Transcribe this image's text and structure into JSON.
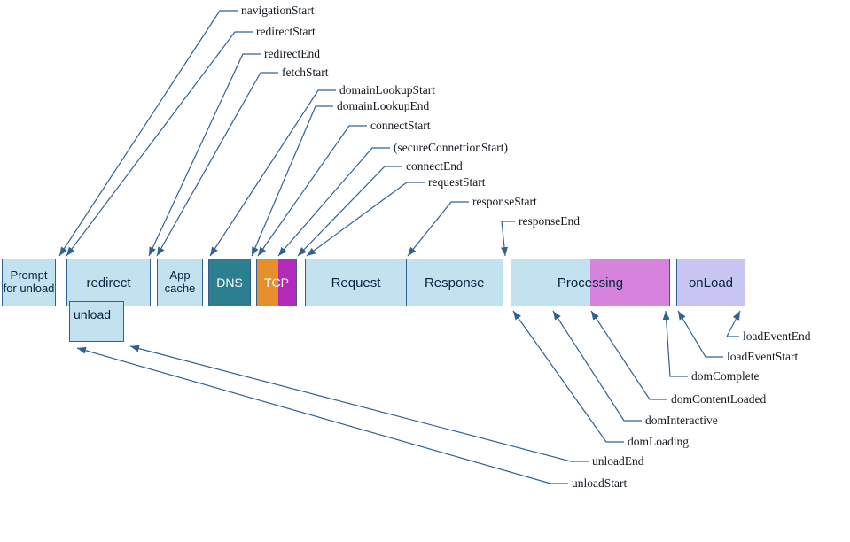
{
  "diagram": {
    "boxes": {
      "prompt_unload": "Prompt for unload",
      "redirect": "redirect",
      "unload": "unload",
      "app_cache": "App cache",
      "dns": "DNS",
      "tcp": "TCP",
      "request": "Request",
      "response": "Response",
      "processing": "Processing",
      "onload": "onLoad"
    },
    "top_labels": [
      "navigationStart",
      "redirectStart",
      "redirectEnd",
      "fetchStart",
      "domainLookupStart",
      "domainLookupEnd",
      "connectStart",
      "(secureConnettionStart)",
      "connectEnd",
      "requestStart",
      "responseStart",
      "responseEnd"
    ],
    "bottom_labels": [
      "loadEventEnd",
      "loadEventStart",
      "domComplete",
      "domContentLoaded",
      "domInteractive",
      "domLoading",
      "unloadEnd",
      "unloadStart"
    ],
    "colors": {
      "box_blue": "#c2e2ef",
      "box_teal": "#2c7f8e",
      "box_orange": "#e78f2b",
      "box_magenta": "#b32ab8",
      "box_violet": "#d683de",
      "box_lavender": "#c9c5f3",
      "box_border": "#2f6090",
      "connector_line": "#33618f"
    }
  }
}
